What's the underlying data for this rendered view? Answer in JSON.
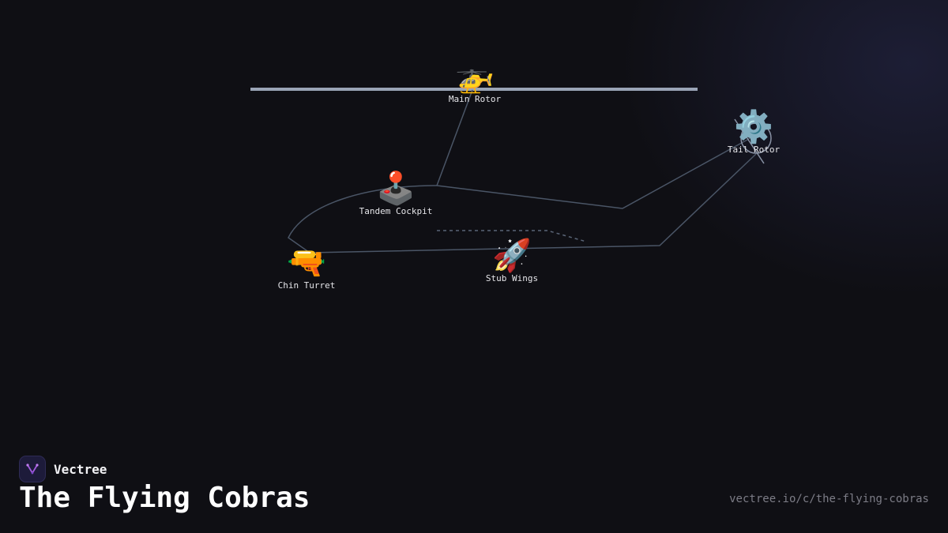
{
  "diagram": {
    "nodes": [
      {
        "id": "main-rotor",
        "label": "Main Rotor",
        "icon": "helicopter-icon",
        "glyph": "🚁"
      },
      {
        "id": "tail-rotor",
        "label": "Tail Rotor",
        "icon": "gear-icon",
        "glyph": "⚙️"
      },
      {
        "id": "tandem-cockpit",
        "label": "Tandem Cockpit",
        "icon": "joystick-icon",
        "glyph": "🕹️"
      },
      {
        "id": "chin-turret",
        "label": "Chin Turret",
        "icon": "water-pistol-icon",
        "glyph": "🔫"
      },
      {
        "id": "stub-wings",
        "label": "Stub Wings",
        "icon": "rocket-icon",
        "glyph": "🚀"
      }
    ],
    "edge_color": "#4a5566",
    "rotor_bar_color": "#9aa4b6"
  },
  "footer": {
    "brand": "Vectree",
    "title": "The Flying Cobras",
    "url": "vectree.io/c/the-flying-cobras"
  }
}
